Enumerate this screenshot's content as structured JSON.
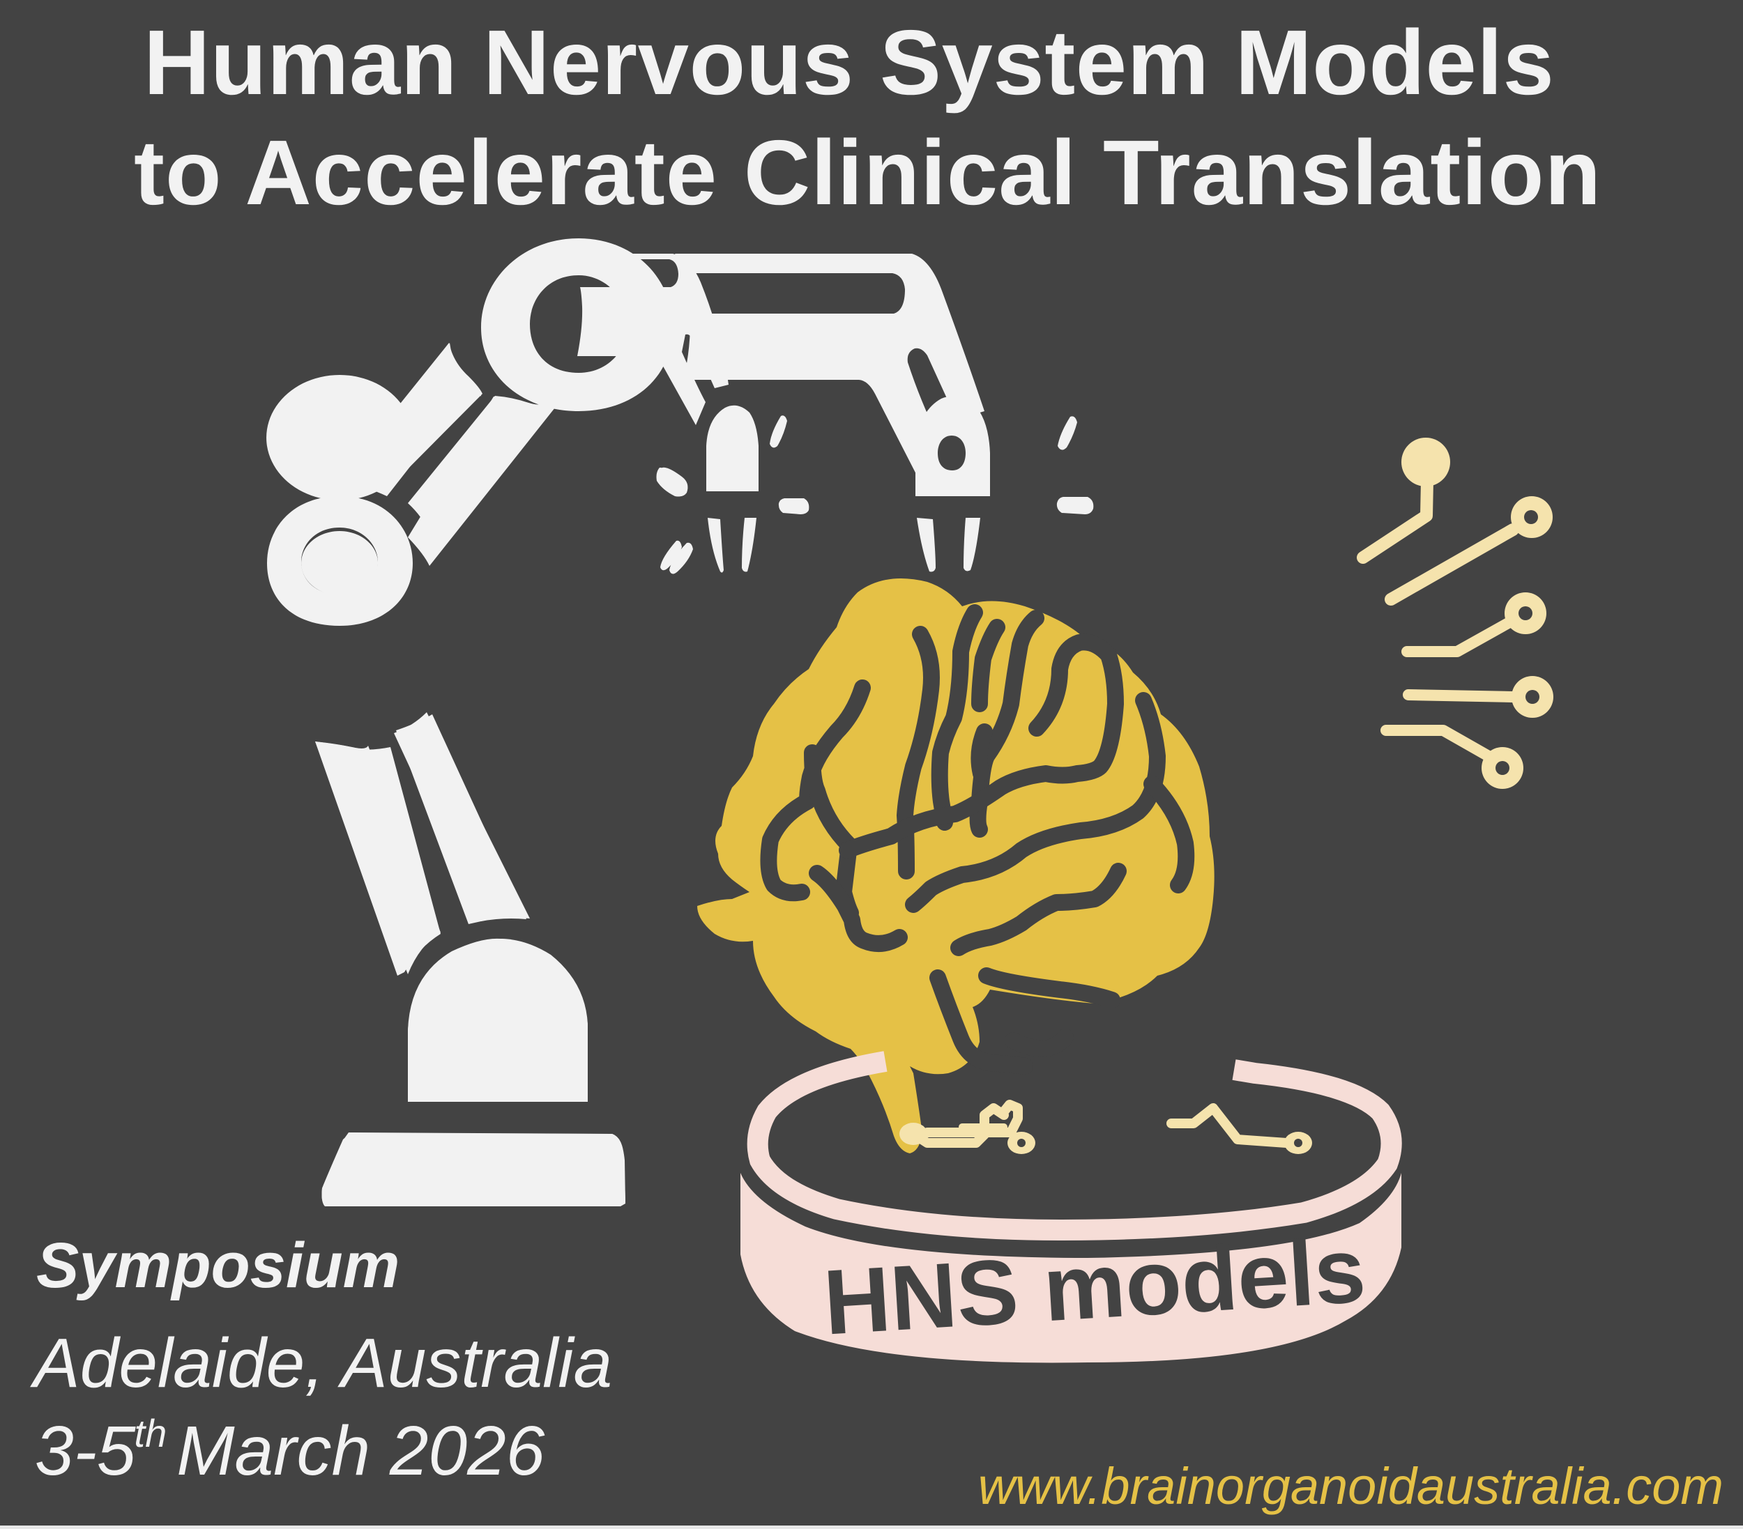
{
  "poster": {
    "background_color": "#434343",
    "title": {
      "line1": "Human Nervous System Models",
      "line2": "to Accelerate Clinical Translation",
      "color": "#f2f2f2"
    },
    "illustration": {
      "robot_arm_color": "#f2f2f2",
      "brain_color": "#e5c146",
      "circuit_color": "#f5e3ad",
      "dish_color": "#f6ddd7",
      "dish_label": "HNS models"
    },
    "event": {
      "type": "Symposium",
      "location": "Adelaide, Australia",
      "date_prefix": "3-5",
      "date_suffix": "th",
      "date_rest": "March 2026"
    },
    "website": {
      "url": "www.brainorganoidaustralia.com",
      "color": "#e5c146"
    }
  }
}
